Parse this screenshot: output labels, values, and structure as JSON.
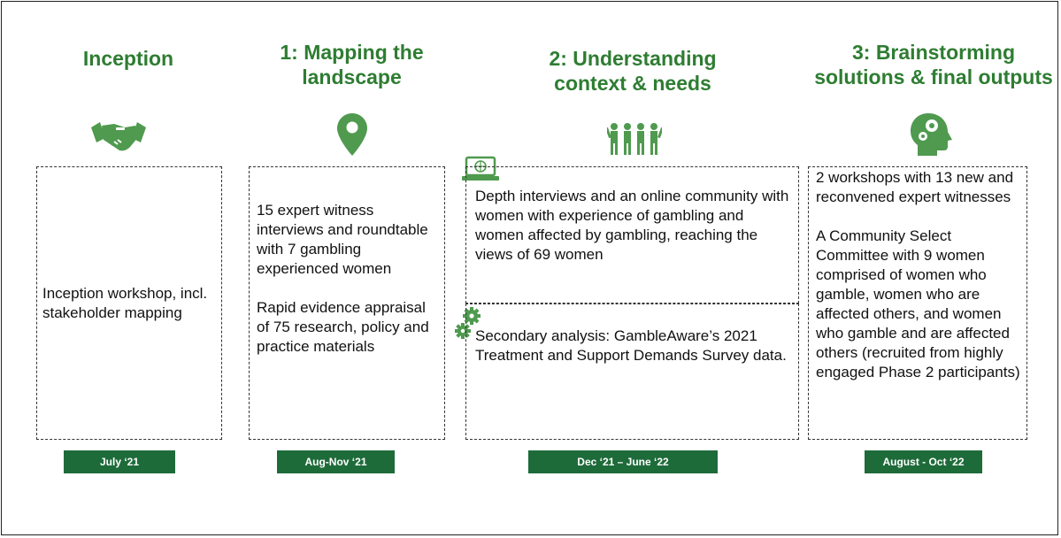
{
  "phases": [
    {
      "title": "Inception",
      "icon": "handshake-icon",
      "texts": [
        "Inception workshop, incl. stakeholder mapping"
      ],
      "date": "July ‘21"
    },
    {
      "title": "1: Mapping the landscape",
      "icon": "location-pin-icon",
      "texts": [
        "15 expert witness interviews and roundtable with 7 gambling experienced women",
        "Rapid evidence appraisal of 75 research, policy and practice materials"
      ],
      "date": "Aug-Nov ‘21"
    },
    {
      "title": "2: Understanding context & needs",
      "icon": "group-of-people-icon",
      "texts": [
        "Depth interviews and an online community with women with experience of gambling and women affected by gambling, reaching the views of 69 women",
        "Secondary analysis: GambleAware’s 2021 Treatment and Support Demands Survey data."
      ],
      "sub_icons": [
        "laptop-icon",
        "gears-icon"
      ],
      "date": "Dec ‘21 – June ‘22"
    },
    {
      "title": "3: Brainstorming solutions & final outputs",
      "icon": "head-gears-icon",
      "texts": [
        "2 workshops with 13 new and reconvened expert witnesses",
        "A Community Select Committee with 9 women comprised of women who gamble, women who are affected others, and women who gamble and are affected others (recruited from highly engaged Phase 2 participants)"
      ],
      "date": "August - Oct ‘22"
    }
  ],
  "colors": {
    "green": "#2e7d32",
    "dark_green": "#1e6b3a",
    "icon_green": "#4f9a4f"
  }
}
